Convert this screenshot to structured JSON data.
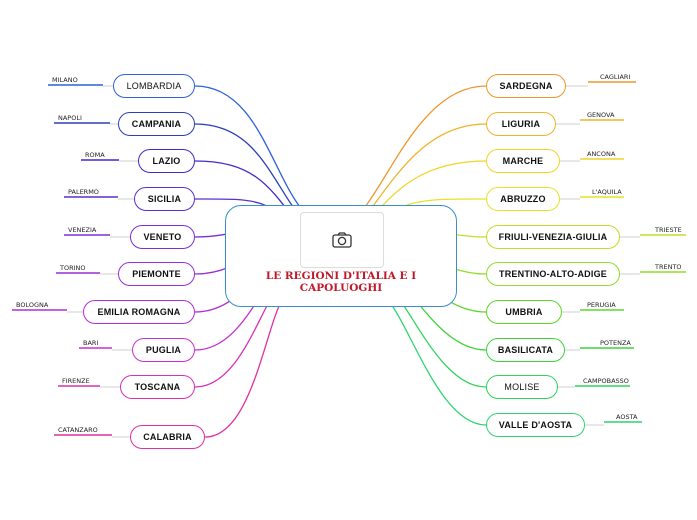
{
  "center": {
    "title_line1": "LE REGIONI D'ITALIA E I",
    "title_line2": "CAPOLUOGHI",
    "image_icon": "camera-icon",
    "border_color": "#3a8fc8",
    "title_color": "#c0192b"
  },
  "left_branches": [
    {
      "region": "LOMBARDIA",
      "capital": "MILANO",
      "color": "#2f62d8",
      "bold": false
    },
    {
      "region": "CAMPANIA",
      "capital": "NAPOLI",
      "color": "#2b3fb8",
      "bold": true
    },
    {
      "region": "LAZIO",
      "capital": "ROMA",
      "color": "#3e2bc8",
      "bold": true
    },
    {
      "region": "SICILIA",
      "capital": "PALERMO",
      "color": "#5a2fd0",
      "bold": true
    },
    {
      "region": "VENETO",
      "capital": "VENEZIA",
      "color": "#7a2fd8",
      "bold": true
    },
    {
      "region": "PIEMONTE",
      "capital": "TORINO",
      "color": "#9a2fd6",
      "bold": true
    },
    {
      "region": "EMILIA ROMAGNA",
      "capital": "BOLOGNA",
      "color": "#b22fd6",
      "bold": true
    },
    {
      "region": "PUGLIA",
      "capital": "BARI",
      "color": "#c92fd0",
      "bold": true
    },
    {
      "region": "TOSCANA",
      "capital": "FIRENZE",
      "color": "#d82fb8",
      "bold": true
    },
    {
      "region": "CALABRIA",
      "capital": "CATANZARO",
      "color": "#e02fa0",
      "bold": true
    }
  ],
  "right_branches": [
    {
      "region": "SARDEGNA",
      "capital": "CAGLIARI",
      "color": "#f0962a",
      "bold": true
    },
    {
      "region": "LIGURIA",
      "capital": "GENOVA",
      "color": "#f0b42a",
      "bold": true
    },
    {
      "region": "MARCHE",
      "capital": "ANCONA",
      "color": "#f0d42a",
      "bold": true
    },
    {
      "region": "ABRUZZO",
      "capital": "L'AQUILA",
      "color": "#e8e02a",
      "bold": true
    },
    {
      "region": "FRIULI-VENEZIA-GIULIA",
      "capital": "TRIESTE",
      "color": "#bce02a",
      "bold": true
    },
    {
      "region": "TRENTINO-ALTO-ADIGE",
      "capital": "TRENTO",
      "color": "#8ede2a",
      "bold": true
    },
    {
      "region": "UMBRIA",
      "capital": "PERUGIA",
      "color": "#5cd82a",
      "bold": true
    },
    {
      "region": "BASILICATA",
      "capital": "POTENZA",
      "color": "#3ad43a",
      "bold": true
    },
    {
      "region": "MOLISE",
      "capital": "CAMPOBASSO",
      "color": "#2ed45a",
      "bold": false
    },
    {
      "region": "VALLE D'AOSTA",
      "capital": "AOSTA",
      "color": "#2ed470",
      "bold": true
    }
  ]
}
